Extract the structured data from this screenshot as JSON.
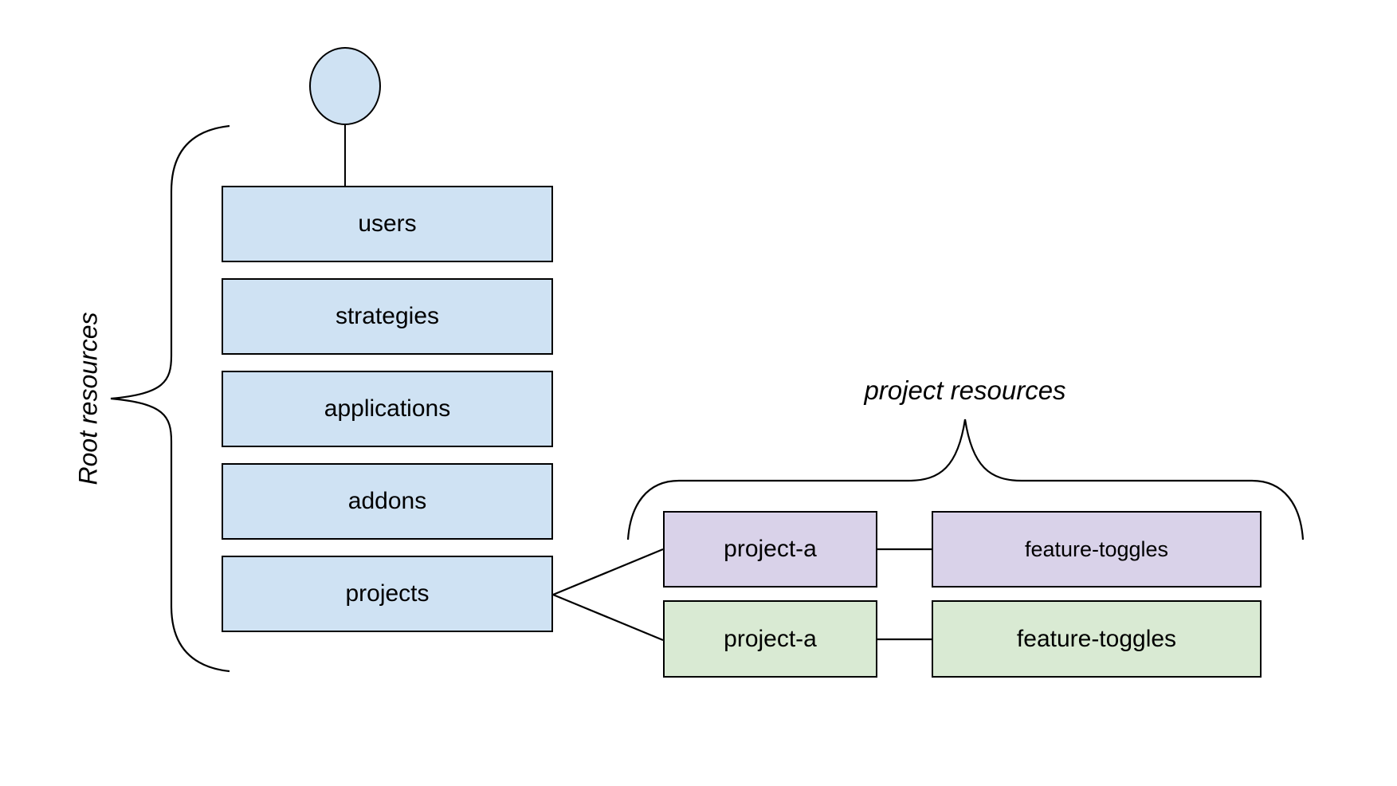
{
  "colors": {
    "blue": "#cfe2f3",
    "purple": "#d9d2e9",
    "green": "#d9ead3",
    "stroke": "#000000"
  },
  "root_group": {
    "label": "Root resources",
    "items": [
      "users",
      "strategies",
      "applications",
      "addons",
      "projects"
    ]
  },
  "project_group": {
    "label": "project resources",
    "purple_row": {
      "project": "project-a",
      "toggles": "feature-toggles"
    },
    "green_row": {
      "project": "project-a",
      "toggles": "feature-toggles"
    }
  }
}
